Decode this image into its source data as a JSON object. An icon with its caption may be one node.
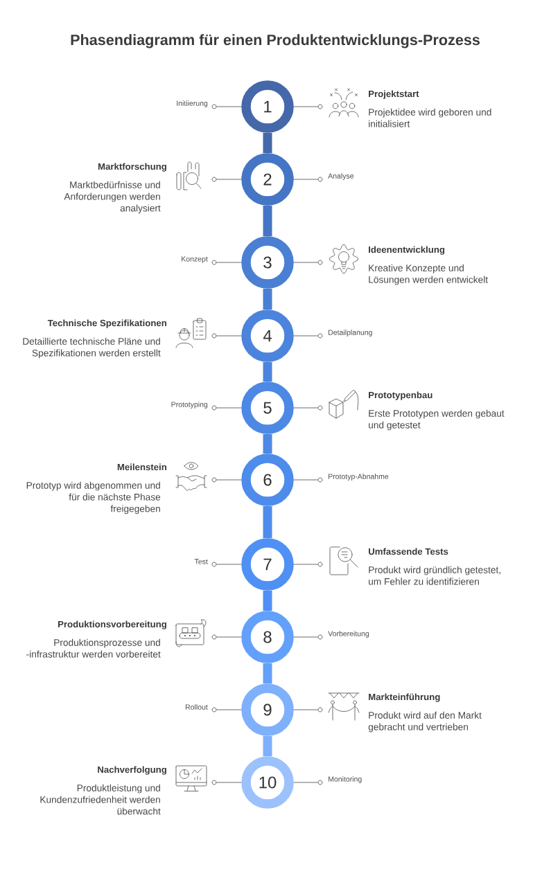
{
  "diagram": {
    "title": "Phasendiagramm für einen Produktentwicklungs-Prozess",
    "nodes": [
      {
        "text": [],
        "shape": "circle",
        "beside": [
          "Initiierung"
        ]
      },
      {
        "text": [
          "1"
        ]
      },
      {
        "text": [],
        "shape": "circle"
      },
      {
        "text": [],
        "shape": "picture"
      },
      {
        "text": [
          "Projektstart",
          "Projektidee wird geboren und initialisiert"
        ]
      },
      {
        "text": [
          "Marktforschung",
          "Marktbedürfnisse und Anforderungen werden analysiert"
        ]
      },
      {
        "text": [],
        "shape": "picture"
      },
      {
        "text": [],
        "shape": "circle"
      },
      {
        "text": [
          "2"
        ]
      },
      {
        "text": [],
        "shape": "circle",
        "beside": [
          "Analyse"
        ]
      },
      {
        "text": [],
        "shape": "circle",
        "beside": [
          "Konzept"
        ]
      },
      {
        "text": [
          "3"
        ]
      },
      {
        "text": [],
        "shape": "circle"
      },
      {
        "text": [],
        "shape": "picture"
      },
      {
        "text": [
          "Ideenentwicklung",
          "Kreative Konzepte und Lösungen werden entwickelt"
        ]
      },
      {
        "text": [
          "Technische Spezifikationen",
          "Detaillierte technische Pläne und Spezifikationen werden erstellt"
        ]
      },
      {
        "text": [],
        "shape": "picture"
      },
      {
        "text": [],
        "shape": "circle"
      },
      {
        "text": [
          "4"
        ]
      },
      {
        "text": [],
        "shape": "circle",
        "beside": [
          "Detailplanung"
        ]
      },
      {
        "text": [],
        "shape": "circle",
        "beside": [
          "Prototyping"
        ]
      },
      {
        "text": [
          "5"
        ]
      },
      {
        "text": [],
        "shape": "circle"
      },
      {
        "text": [],
        "shape": "picture"
      },
      {
        "text": [
          "Prototypenbau",
          "Erste Prototypen werden gebaut und getestet"
        ]
      },
      {
        "text": [
          "Meilenstein",
          "Prototyp wird abgenommen und für die nächste Phase freigegeben"
        ]
      },
      {
        "text": [],
        "shape": "picture"
      },
      {
        "text": [],
        "shape": "circle"
      },
      {
        "text": [
          "6"
        ]
      },
      {
        "text": [],
        "shape": "circle",
        "beside": [
          "Prototyp-Abnahme"
        ]
      },
      {
        "text": [],
        "shape": "circle",
        "beside": [
          "Test"
        ]
      },
      {
        "text": [
          "7"
        ]
      },
      {
        "text": [],
        "shape": "circle"
      },
      {
        "text": [],
        "shape": "picture"
      },
      {
        "text": [
          "Umfassende Tests",
          "Produkt wird gründlich getestet, um Fehler zu identifizieren"
        ]
      },
      {
        "text": [
          "Produktionsvorbereitung",
          "Produktionsprozesse und -infrastruktur werden vorbereitet"
        ]
      },
      {
        "text": [],
        "shape": "picture"
      },
      {
        "text": [],
        "shape": "circle"
      },
      {
        "text": [
          "8"
        ]
      },
      {
        "text": [],
        "shape": "circle",
        "beside": [
          "Vorbereitung"
        ]
      },
      {
        "text": [],
        "shape": "circle",
        "beside": [
          "Rollout"
        ]
      },
      {
        "text": [
          "9"
        ]
      },
      {
        "text": [],
        "shape": "circle"
      },
      {
        "text": [],
        "shape": "picture"
      },
      {
        "text": [
          "Markteinführung",
          "Produkt wird auf den Markt gebracht und vertrieben"
        ]
      },
      {
        "text": [
          "Nachverfolgung",
          "Produktleistung und Kundenzufriedenheit werden überwacht"
        ]
      },
      {
        "text": [],
        "shape": "picture"
      },
      {
        "text": [],
        "shape": "circle"
      },
      {
        "text": [
          "10"
        ]
      },
      {
        "text": [],
        "shape": "circle",
        "beside": [
          "Monitoring"
        ]
      }
    ],
    "edges": [
      {
        "from": 1,
        "to": 0,
        "arrow": "none"
      },
      {
        "from": 1,
        "to": 2,
        "arrow": "none"
      },
      {
        "from": 1,
        "to": 8,
        "arrow": "none",
        "style": "thick",
        "color": "#4468aa"
      },
      {
        "from": 8,
        "to": 7,
        "arrow": "none"
      },
      {
        "from": 8,
        "to": 9,
        "arrow": "none"
      },
      {
        "from": 8,
        "to": 11,
        "arrow": "none",
        "style": "thick",
        "color": "#4575c5"
      },
      {
        "from": 11,
        "to": 10,
        "arrow": "none"
      },
      {
        "from": 11,
        "to": 12,
        "arrow": "none"
      },
      {
        "from": 11,
        "to": 18,
        "arrow": "none",
        "style": "thick",
        "color": "#4a7fd3"
      },
      {
        "from": 18,
        "to": 17,
        "arrow": "none"
      },
      {
        "from": 18,
        "to": 19,
        "arrow": "none"
      },
      {
        "from": 18,
        "to": 21,
        "arrow": "none",
        "style": "thick",
        "color": "#4c84dd"
      },
      {
        "from": 21,
        "to": 20,
        "arrow": "none"
      },
      {
        "from": 21,
        "to": 22,
        "arrow": "none"
      },
      {
        "from": 21,
        "to": 28,
        "arrow": "none",
        "style": "thick",
        "color": "#4d88e5"
      },
      {
        "from": 28,
        "to": 27,
        "arrow": "none"
      },
      {
        "from": 28,
        "to": 29,
        "arrow": "none"
      },
      {
        "from": 28,
        "to": 31,
        "arrow": "none",
        "style": "thick",
        "color": "#4e8cec"
      },
      {
        "from": 31,
        "to": 30,
        "arrow": "none"
      },
      {
        "from": 31,
        "to": 32,
        "arrow": "none"
      },
      {
        "from": 31,
        "to": 38,
        "arrow": "none",
        "style": "thick",
        "color": "#4f90f5"
      },
      {
        "from": 38,
        "to": 37,
        "arrow": "none"
      },
      {
        "from": 38,
        "to": 39,
        "arrow": "none"
      },
      {
        "from": 38,
        "to": 41,
        "arrow": "none",
        "style": "thick",
        "color": "#62a0fb"
      },
      {
        "from": 41,
        "to": 40,
        "arrow": "none"
      },
      {
        "from": 41,
        "to": 42,
        "arrow": "none"
      },
      {
        "from": 41,
        "to": 48,
        "arrow": "none",
        "style": "thick",
        "color": "#7eb0fc"
      },
      {
        "from": 48,
        "to": 47,
        "arrow": "none"
      },
      {
        "from": 48,
        "to": 49,
        "arrow": "none"
      }
    ]
  }
}
